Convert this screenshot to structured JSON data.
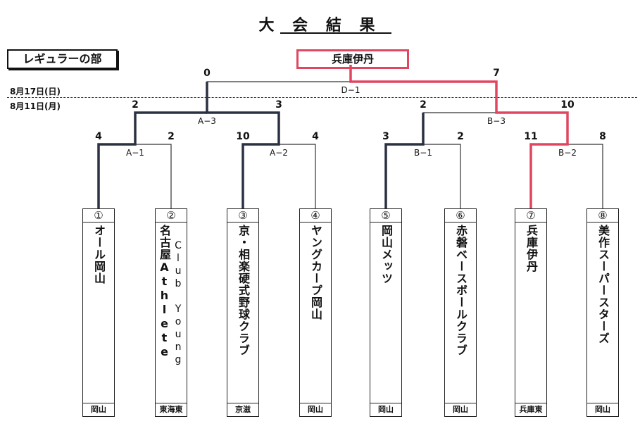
{
  "title": "大 会 結 果",
  "division": "レギュラーの部",
  "champion": "兵庫伊丹",
  "dates": {
    "final": "8月17日(日)",
    "early": "8月11日(月)"
  },
  "matches": {
    "D1": {
      "label": "D−1",
      "score_left": "0",
      "score_right": "7"
    },
    "A3": {
      "label": "A−3",
      "score_left": "2",
      "score_right": "3"
    },
    "B3": {
      "label": "B−3",
      "score_left": "2",
      "score_right": "10"
    },
    "A1": {
      "label": "A−1",
      "score_left": "4",
      "score_right": "2"
    },
    "A2": {
      "label": "A−2",
      "score_left": "10",
      "score_right": "4"
    },
    "B1": {
      "label": "B−1",
      "score_left": "3",
      "score_right": "2"
    },
    "B2": {
      "label": "B−2",
      "score_left": "11",
      "score_right": "8"
    }
  },
  "teams": [
    {
      "num": "①",
      "name": "オール岡山",
      "name2": "",
      "region": "岡山"
    },
    {
      "num": "②",
      "name": "名古屋Athlete",
      "name2": "Club Young",
      "region": "東海東"
    },
    {
      "num": "③",
      "name": "京・相楽硬式野球クラブ",
      "name2": "",
      "region": "京滋"
    },
    {
      "num": "④",
      "name": "ヤングカープ岡山",
      "name2": "",
      "region": "岡山"
    },
    {
      "num": "⑤",
      "name": "岡山メッツ",
      "name2": "",
      "region": "岡山"
    },
    {
      "num": "⑥",
      "name": "赤磐ベースボールクラブ",
      "name2": "",
      "region": "岡山"
    },
    {
      "num": "⑦",
      "name": "兵庫伊丹",
      "name2": "",
      "region": "兵庫東"
    },
    {
      "num": "⑧",
      "name": "美作スーパースターズ",
      "name2": "",
      "region": "岡山"
    }
  ],
  "colors": {
    "winner_path": "#e04660",
    "winner_thick": "#2a3140",
    "line": "#333333"
  }
}
